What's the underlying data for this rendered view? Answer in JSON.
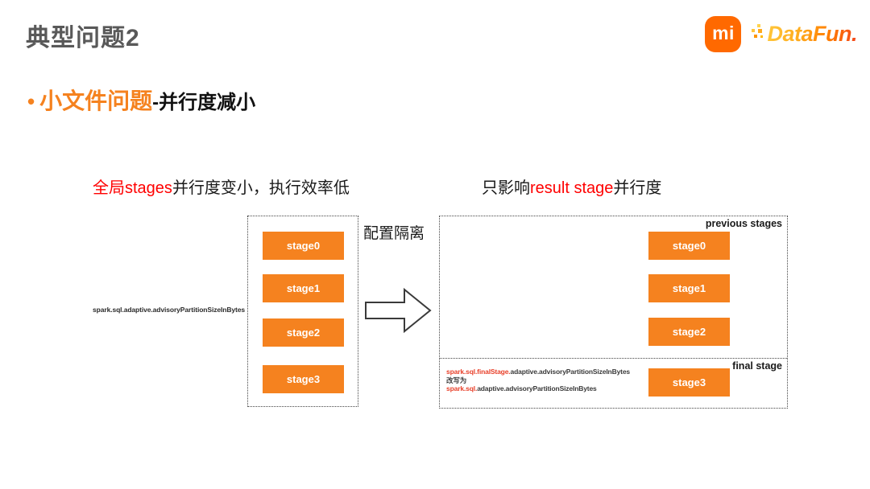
{
  "header": {
    "title": "典型问题2",
    "mi_logo_text": "mi",
    "datafun_logo_text": "DataFun."
  },
  "bullet": {
    "marker": "•",
    "highlight": "小文件问题",
    "suffix": "-并行度减小"
  },
  "left_panel": {
    "heading_red": "全局stages",
    "heading_black": "并行度变小，执行效率低",
    "config_label": "spark.sql.adaptive.advisoryPartitionSizeInBytes",
    "stages": [
      "stage0",
      "stage1",
      "stage2",
      "stage3"
    ]
  },
  "transition": {
    "label": "配置隔离"
  },
  "right_panel": {
    "heading_black_1": "只影响",
    "heading_red": "result stage",
    "heading_black_2": "并行度",
    "previous_section_label": "previous stages",
    "final_section_label": "final stage",
    "previous_stages": [
      "stage0",
      "stage1",
      "stage2"
    ],
    "final_stage": "stage3",
    "config_line1_red": "spark.sql.finalStage.",
    "config_line1_black": "adaptive.advisoryPartitionSizeInBytes",
    "config_line2": "改写为",
    "config_line3_red": "spark.sql.",
    "config_line3_black": "adaptive.advisoryPartitionSizeInBytes"
  },
  "colors": {
    "stage_orange": "#F5821F",
    "highlight_orange": "#F5821F",
    "heading_red": "#FF0000",
    "config_red": "#E8402A",
    "title_gray": "#595959",
    "mi_orange": "#FF6900"
  }
}
